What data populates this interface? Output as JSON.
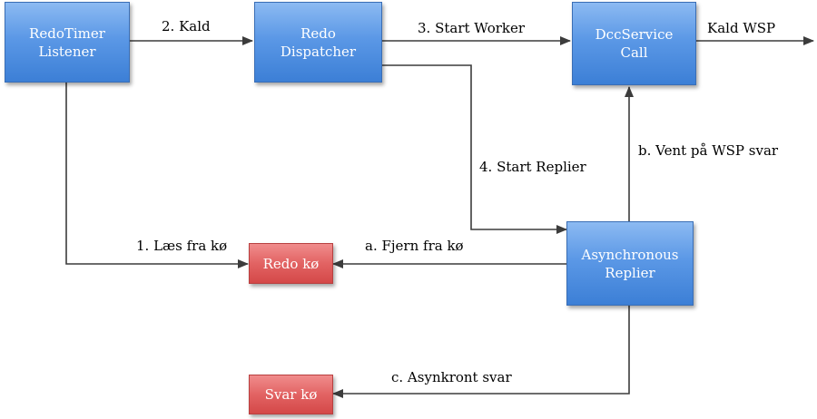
{
  "nodes": {
    "redotimer_listener": "RedoTimer\nListener",
    "redo_dispatcher": "Redo\nDispatcher",
    "dccservice_call": "DccService\nCall",
    "asynchronous_replier": "Asynchronous\nReplier",
    "redo_queue": "Redo kø",
    "svar_queue": "Svar kø"
  },
  "edges": {
    "kald": "2. Kald",
    "start_worker": "3. Start Worker",
    "kald_wsp": "Kald WSP",
    "start_replier": "4. Start Replier",
    "vent_wsp_svar": "b. Vent på WSP svar",
    "laes_fra_koe": "1. Læs fra kø",
    "fjern_fra_koe": "a. Fjern fra kø",
    "asynkront_svar": "c. Asynkront svar"
  },
  "colors": {
    "process_node": "#4a8ae0",
    "queue_node": "#e05858",
    "edge": "#3c3c3c"
  }
}
